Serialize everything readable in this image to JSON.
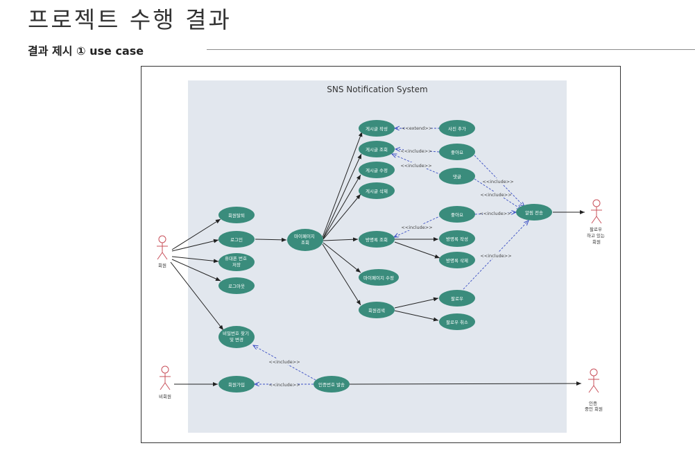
{
  "page": {
    "title": "프로젝트 수행 결과",
    "section": "결과 제시 ① use case"
  },
  "system": {
    "title": "SNS Notification System"
  },
  "actors": {
    "member": "회원",
    "nonmember": "비회원",
    "follower": "팔로우\n하고 있는\n회원",
    "verifying": "인증\n중인 회원"
  },
  "usecases": {
    "withdraw": "회원탈퇴",
    "login": "로그인",
    "phone": "휴대폰 번호\n저장",
    "logout": "로그아웃",
    "pwfind": "비밀번호 찾기\n및 변경",
    "signup": "회원가입",
    "mypage": "마이페이지\n조회",
    "post_write": "게시글 작성",
    "post_view": "게시글 조회",
    "post_edit": "게시글 수정",
    "post_delete": "게시글 삭제",
    "guest_view": "방명록 조회",
    "mypage_edit": "마이페이지 수정",
    "member_search": "회원검색",
    "photo_add": "사진 추가",
    "like1": "좋아요",
    "comment": "댓글",
    "like2": "좋아요",
    "guest_write": "방명록 작성",
    "guest_delete": "방명록 삭제",
    "follow": "팔로우",
    "unfollow": "팔로우 취소",
    "notify": "알림 전송",
    "auth_send": "인증번호 발송"
  },
  "relations": {
    "extend": "<<extend>>",
    "include": "<<include>>"
  },
  "colors": {
    "usecase": "#3a8c7c",
    "actor": "#c8505a",
    "system_bg": "#e2e7ee",
    "dependency": "#3b4fc4"
  }
}
